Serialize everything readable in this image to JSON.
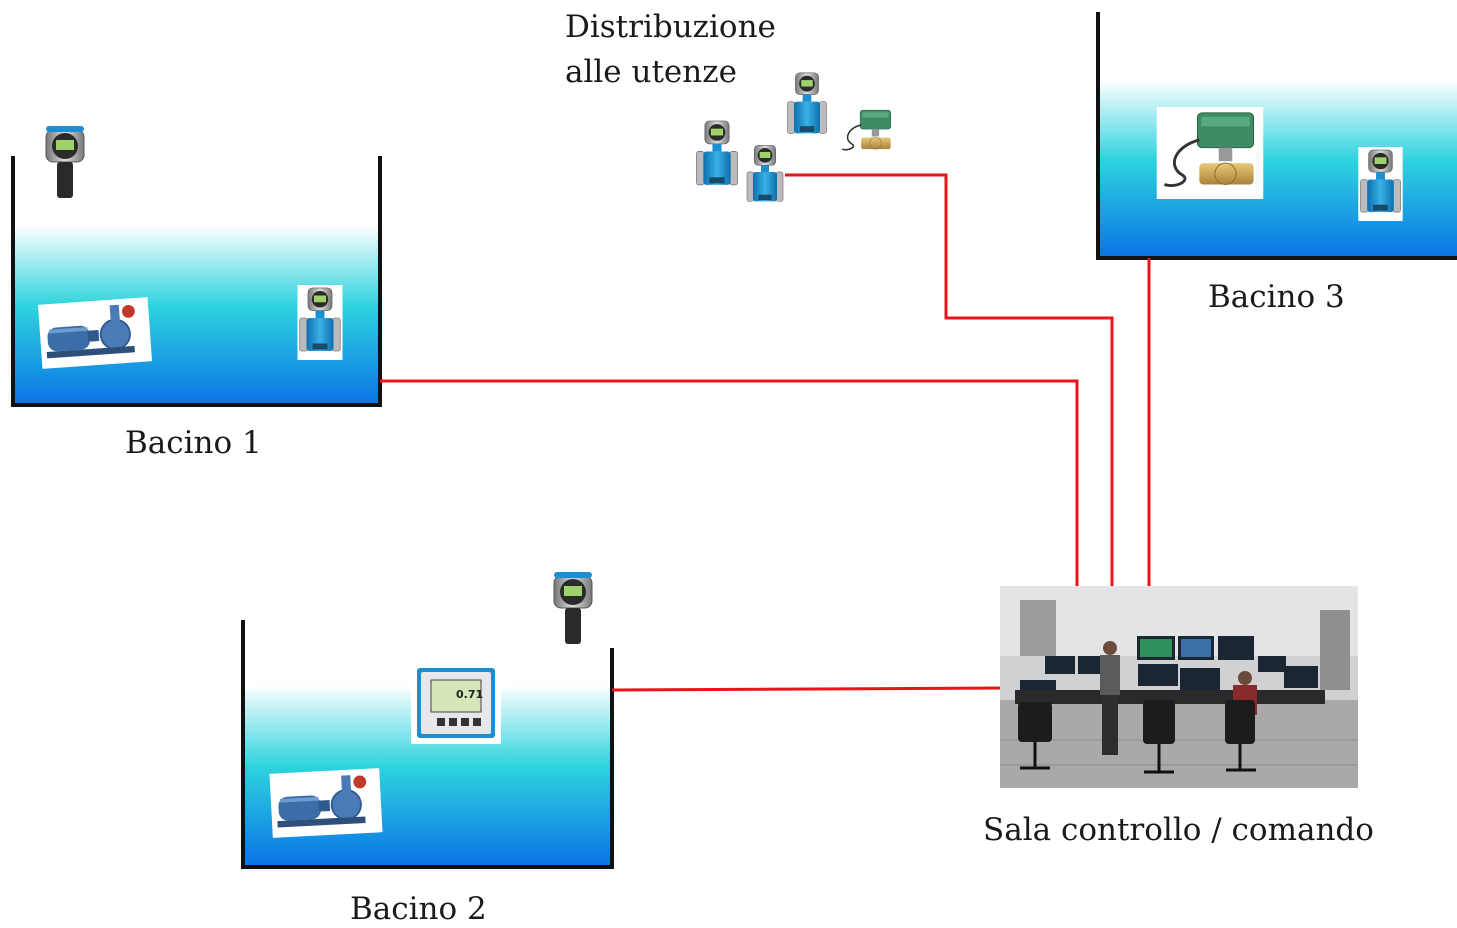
{
  "labels": {
    "basin1": "Bacino 1",
    "basin2": "Bacino 2",
    "basin3": "Bacino 3",
    "distribution_line1": "Distribuzione",
    "distribution_line2": "alle utenze",
    "control_room": "Sala controllo / comando"
  },
  "analyzer_display": {
    "reading": "0.71"
  },
  "colors": {
    "signal_line": "#e8141a",
    "water_top": "#ffffff",
    "water_mid": "#2ed3de",
    "water_bottom": "#0a73e6",
    "device_blue": "#1d8fd0"
  },
  "icons": {
    "level_sensor": "ultrasonic-level-sensor-icon",
    "flowmeter": "electromagnetic-flowmeter-icon",
    "pump": "centrifugal-pump-icon",
    "valve": "motorized-ball-valve-icon",
    "analyzer": "transmitter-display-icon",
    "control_room": "control-room-photo"
  }
}
